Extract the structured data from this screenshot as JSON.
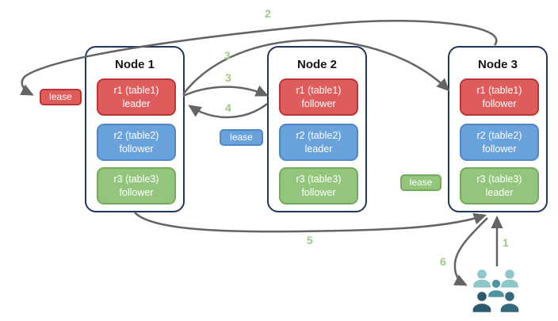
{
  "nodes": [
    {
      "title": "Node 1",
      "replicas": [
        {
          "name": "r1 (table1)",
          "role": "leader",
          "color": "red"
        },
        {
          "name": "r2 (table2)",
          "role": "follower",
          "color": "blue"
        },
        {
          "name": "r3 (table3)",
          "role": "follower",
          "color": "green"
        }
      ]
    },
    {
      "title": "Node 2",
      "replicas": [
        {
          "name": "r1 (table1)",
          "role": "follower",
          "color": "red"
        },
        {
          "name": "r2 (table2)",
          "role": "leader",
          "color": "blue"
        },
        {
          "name": "r3 (table3)",
          "role": "follower",
          "color": "green"
        }
      ]
    },
    {
      "title": "Node 3",
      "replicas": [
        {
          "name": "r1 (table1)",
          "role": "follower",
          "color": "red"
        },
        {
          "name": "r2 (table2)",
          "role": "follower",
          "color": "blue"
        },
        {
          "name": "r3 (table3)",
          "role": "leader",
          "color": "green"
        }
      ]
    }
  ],
  "leases": [
    {
      "label": "lease",
      "color": "red"
    },
    {
      "label": "lease",
      "color": "blue"
    },
    {
      "label": "lease",
      "color": "green"
    }
  ],
  "steps": [
    {
      "text": "2"
    },
    {
      "text": "3"
    },
    {
      "text": "3"
    },
    {
      "text": "4"
    },
    {
      "text": "5"
    },
    {
      "text": "6"
    },
    {
      "text": "1"
    }
  ],
  "colors": {
    "node_border": "#24365f",
    "red_fill": "#df5c5c",
    "red_border": "#bd3434",
    "blue_fill": "#6aa2dc",
    "blue_border": "#5187c6",
    "green_fill": "#93c67c",
    "green_border": "#74aa5b",
    "arrow": "#646464",
    "step_label": "#9cc985",
    "users_light": "#8ec6c9",
    "users_medium": "#4e93a4",
    "users_dark": "#2c5a6e"
  }
}
